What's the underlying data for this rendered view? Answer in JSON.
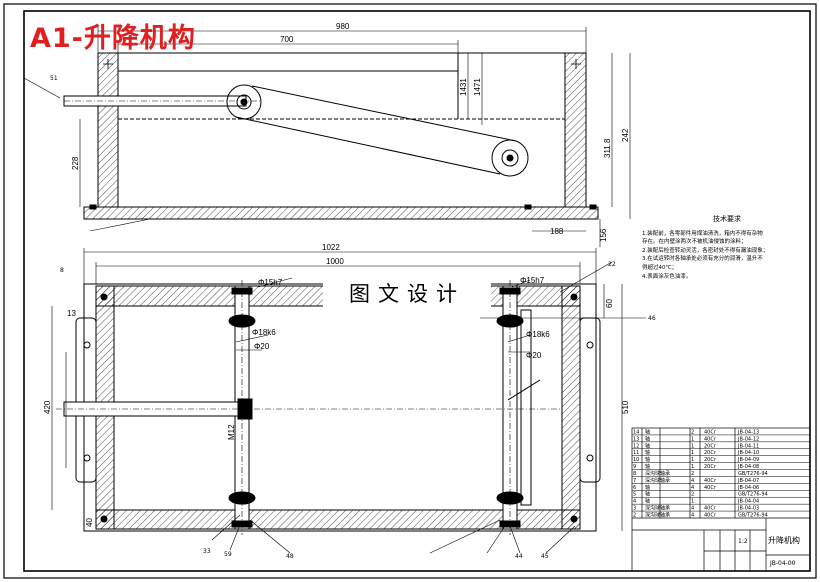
{
  "drawing": {
    "title_label": "A1-升降机构",
    "watermark": "图文设计"
  },
  "dimensions": {
    "top": {
      "d980": "980",
      "d700": "700",
      "d1431": "1431",
      "d1471": "1471",
      "d228": "228",
      "d3118": "311.8",
      "d242": "242",
      "d188": "188",
      "d156": "156",
      "d51": "51"
    },
    "plan": {
      "d1022": "1022",
      "d1000": "1000",
      "phi15h7_left": "Φ15h7",
      "phi15h7_right": "Φ15h7",
      "phi18k6_left": "Φ18k6",
      "phi18k6_right": "Φ18k6",
      "phi20_left": "Φ20",
      "phi20_right": "Φ20",
      "d60": "60",
      "d510": "510",
      "d420": "420",
      "d13": "13",
      "d40": "40",
      "m12": "M12"
    },
    "leaders": {
      "l8": "8",
      "l46": "46",
      "l22": "22",
      "l59": "59",
      "l48": "48",
      "l44": "44",
      "l45": "45",
      "l33": "33"
    }
  },
  "notes": {
    "title": "技术要求",
    "items": [
      "1.装配前，各零部件用煤油清洗，箱内不得有杂物",
      "存在。在内壁涂两次不被机油侵蚀的涂料；",
      "2.装配后检查转动灵活，各密封处不得有漏油现象；",
      "3.在试运转时各轴承处必须有充分的润滑，温升不",
      "得超过40℃；",
      "4.表面涂灰色油漆。"
    ]
  },
  "title_block": {
    "name": "升降机构",
    "drawing_no": "JB-04-00",
    "scale": "1:2",
    "parts": [
      [
        "14",
        "轴",
        "2",
        "40Cr",
        "JB-04-13"
      ],
      [
        "13",
        "轴",
        "1",
        "40Cr",
        "JB-04-12"
      ],
      [
        "12",
        "轴",
        "1",
        "20Cr",
        "JB-04-11"
      ],
      [
        "11",
        "轴",
        "1",
        "20Cr",
        "JB-04-10"
      ],
      [
        "10",
        "轴",
        "1",
        "20Cr",
        "JB-04-09"
      ],
      [
        "9",
        "轴",
        "1",
        "20Cr",
        "JB-04-08"
      ],
      [
        "8",
        "深沟球轴承",
        "2",
        "",
        "GB/T276-94"
      ],
      [
        "7",
        "深沟球轴承",
        "4",
        "40Cr",
        "JB-04-07"
      ],
      [
        "6",
        "轴",
        "4",
        "40Cr",
        "JB-04-06"
      ],
      [
        "5",
        "轴",
        "2",
        "",
        "GB/T276-94"
      ],
      [
        "4",
        "轴",
        "1",
        "",
        "JB-04-04"
      ],
      [
        "3",
        "深沟球轴承",
        "4",
        "40Cr",
        "JB-04-03"
      ],
      [
        "2",
        "深沟球轴承",
        "4",
        "40Cr",
        "GB/T276-94"
      ]
    ]
  },
  "colors": {
    "title": "#e02020",
    "line": "#000000"
  }
}
